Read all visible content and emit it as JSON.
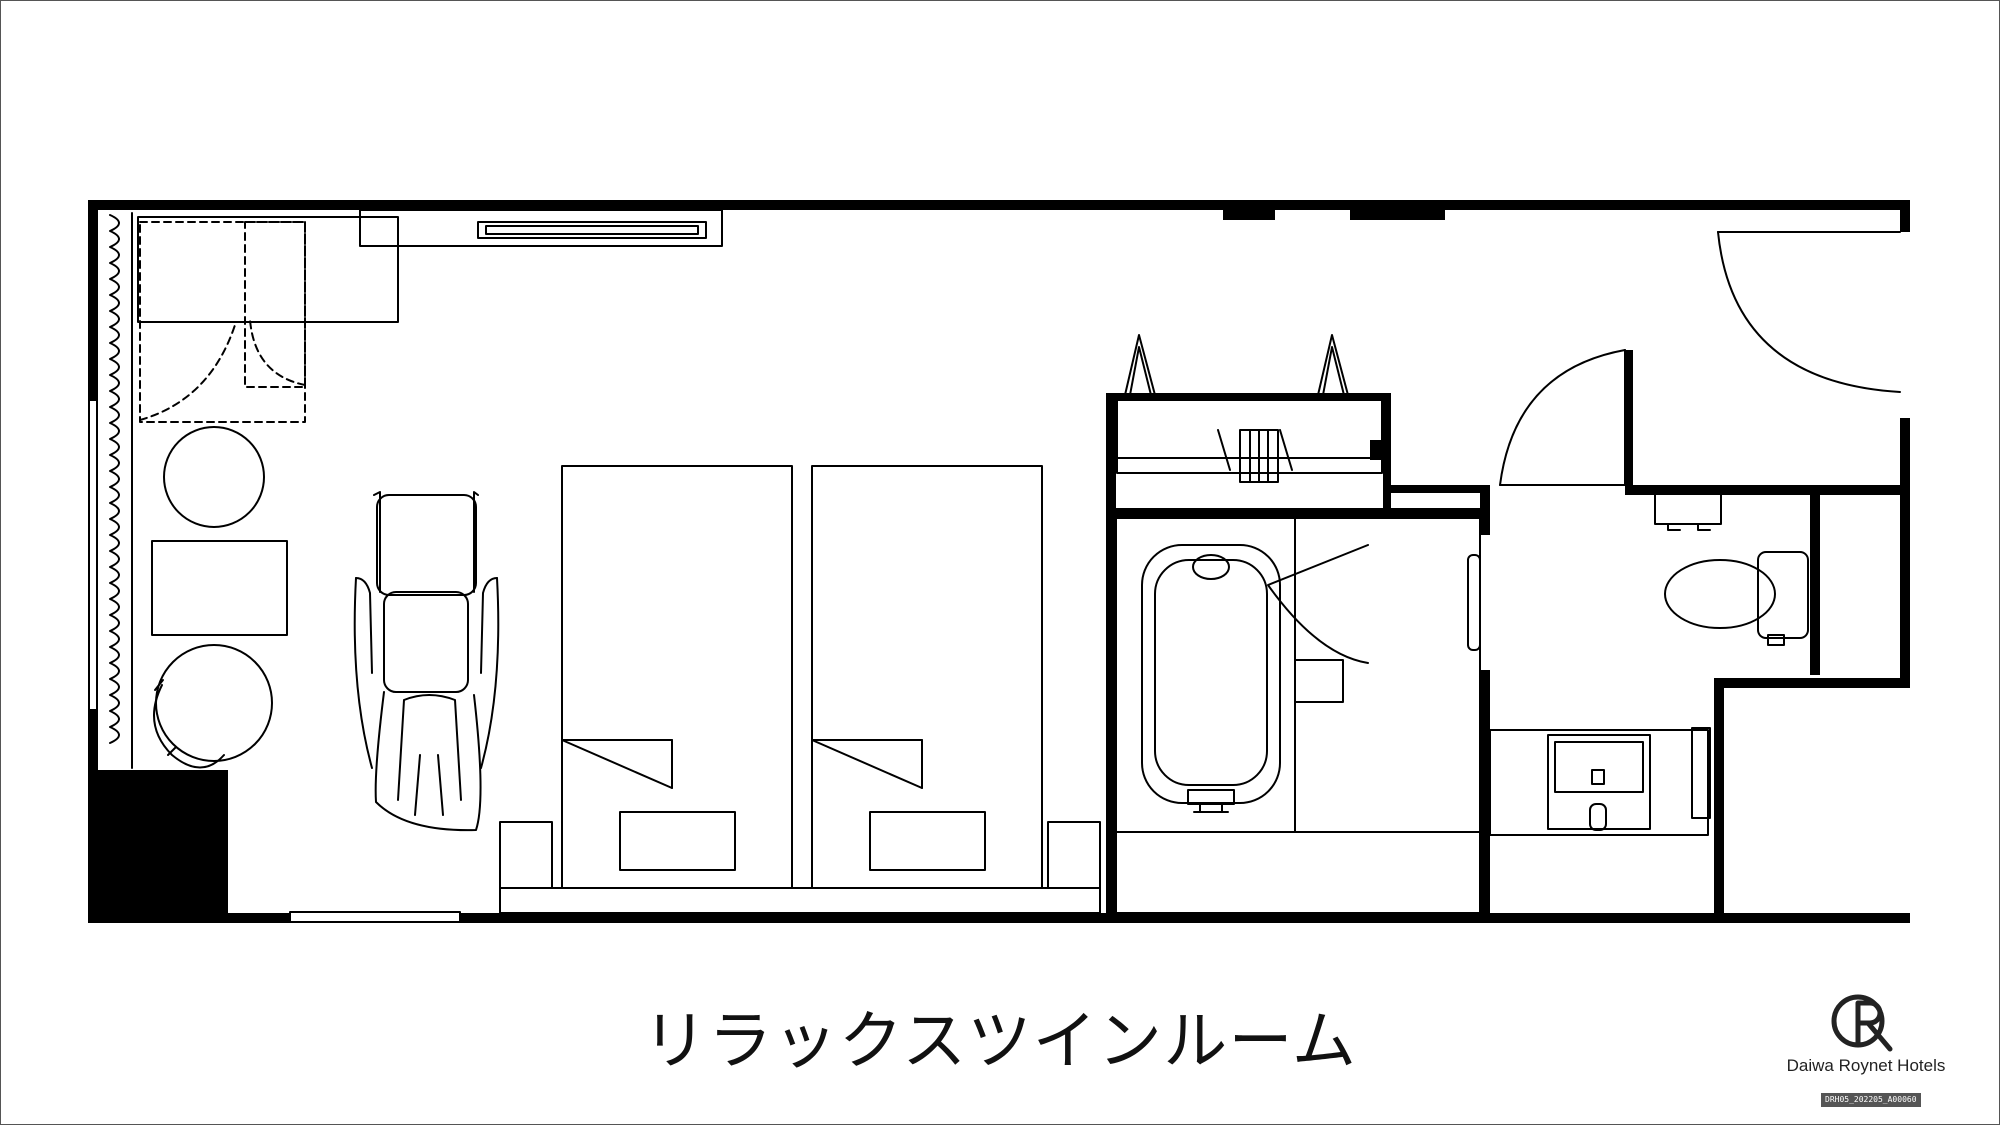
{
  "title": "リラックスツインルーム",
  "brand": {
    "name": "Daiwa Roynet Hotels",
    "logo_icon": "daiwa-roynet-r-logo"
  },
  "image_code": "DRH05_202205_A00060",
  "colors": {
    "wall": "#000000",
    "line": "#111111",
    "background": "#ffffff",
    "code_badge": "#555555"
  }
}
